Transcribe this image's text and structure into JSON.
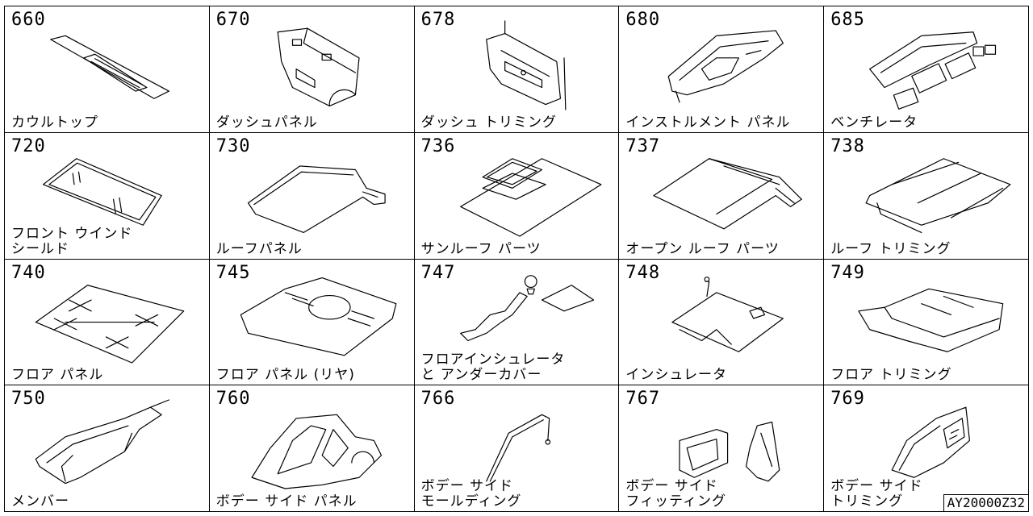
{
  "parts": [
    {
      "num": "660",
      "label": "カウルトップ",
      "icon": "cowl-top-drawing"
    },
    {
      "num": "670",
      "label": "ダッシュパネル",
      "icon": "dash-panel-drawing"
    },
    {
      "num": "678",
      "label": "ダッシュ トリミング",
      "icon": "dash-trimming-drawing"
    },
    {
      "num": "680",
      "label": "インストルメント パネル",
      "icon": "instrument-panel-drawing"
    },
    {
      "num": "685",
      "label": "ベンチレータ",
      "icon": "ventilator-drawing"
    },
    {
      "num": "720",
      "label": "フロント ウインド\nシールド",
      "icon": "windshield-drawing"
    },
    {
      "num": "730",
      "label": "ルーフパネル",
      "icon": "roof-panel-drawing"
    },
    {
      "num": "736",
      "label": "サンルーフ パーツ",
      "icon": "sunroof-parts-drawing"
    },
    {
      "num": "737",
      "label": "オープン ルーフ パーツ",
      "icon": "open-roof-parts-drawing"
    },
    {
      "num": "738",
      "label": "ルーフ トリミング",
      "icon": "roof-trimming-drawing"
    },
    {
      "num": "740",
      "label": "フロア パネル",
      "icon": "floor-panel-drawing"
    },
    {
      "num": "745",
      "label": "フロア パネル (リヤ)",
      "icon": "rear-floor-panel-drawing"
    },
    {
      "num": "747",
      "label": "フロアインシュレータ\nと アンダーカバー",
      "icon": "floor-insulator-drawing"
    },
    {
      "num": "748",
      "label": "インシュレータ",
      "icon": "insulator-drawing"
    },
    {
      "num": "749",
      "label": "フロア トリミング",
      "icon": "floor-trimming-drawing"
    },
    {
      "num": "750",
      "label": "メンバー",
      "icon": "member-frame-drawing"
    },
    {
      "num": "760",
      "label": "ボデー サイド パネル",
      "icon": "body-side-panel-drawing"
    },
    {
      "num": "766",
      "label": "ボデー サイド\nモールディング",
      "icon": "body-side-molding-drawing"
    },
    {
      "num": "767",
      "label": "ボデー サイド\nフィッティング",
      "icon": "body-side-fitting-drawing"
    },
    {
      "num": "769",
      "label": "ボデー サイド\nトリミング",
      "icon": "body-side-trimming-drawing"
    }
  ],
  "diagram_code": "AY20000Z32"
}
